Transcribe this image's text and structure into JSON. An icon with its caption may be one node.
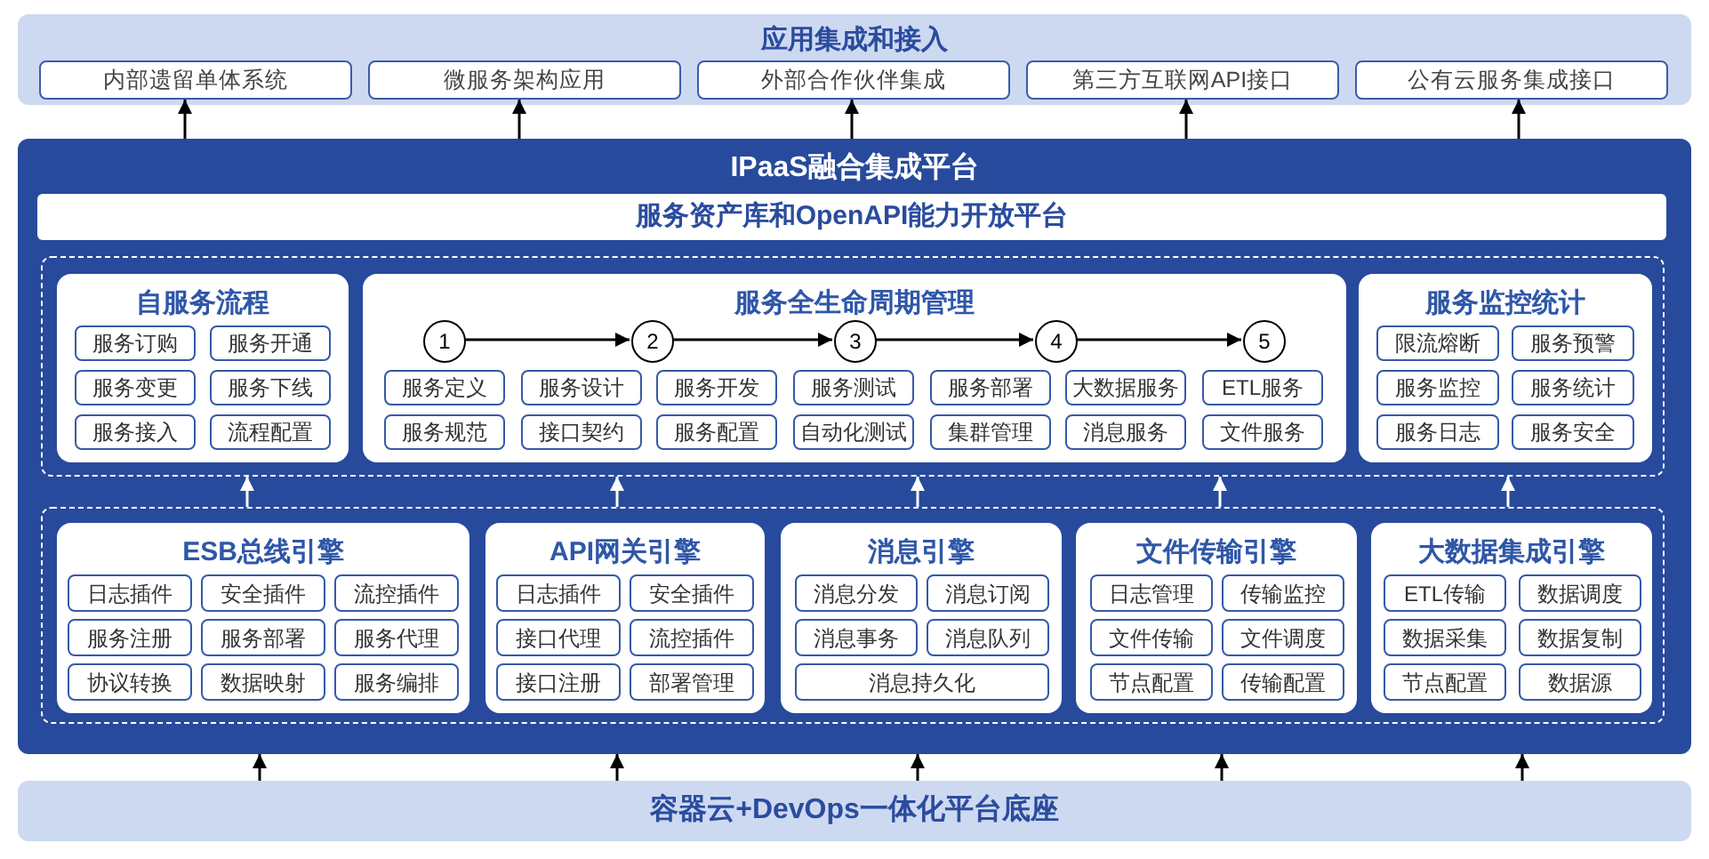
{
  "diagram": {
    "nodes": [
      {
        "text": [
          "应用集成和接入"
        ]
      },
      {
        "text": [
          "内部遗留单体系统"
        ],
        "in": 0
      },
      {
        "text": [
          "微服务架构应用"
        ],
        "in": 0
      },
      {
        "text": [
          "外部合作伙伴集成"
        ],
        "in": 0
      },
      {
        "text": [
          "第三方互联网API接口"
        ],
        "in": 0
      },
      {
        "text": [
          "公有云服务集成接口"
        ],
        "in": 0
      },
      {
        "text": [
          "IPaaS融合集成平台"
        ]
      },
      {
        "text": [
          "服务资产库和OpenAPI能力开放平台"
        ],
        "in": 6
      },
      {
        "text": [],
        "shape": "box",
        "in": 6
      },
      {
        "text": [
          "自服务流程"
        ],
        "in": 8
      },
      {
        "text": [
          "服务订购"
        ],
        "in": 9
      },
      {
        "text": [
          "服务开通"
        ],
        "in": 9
      },
      {
        "text": [
          "服务变更"
        ],
        "in": 9
      },
      {
        "text": [
          "服务下线"
        ],
        "in": 9
      },
      {
        "text": [
          "服务接入"
        ],
        "in": 9
      },
      {
        "text": [
          "流程配置"
        ],
        "in": 9
      },
      {
        "text": [
          "服务全生命周期管理"
        ],
        "in": 8
      },
      {
        "text": [
          "1"
        ],
        "in": 16
      },
      {
        "text": [
          "2"
        ],
        "in": 16
      },
      {
        "text": [
          "3"
        ],
        "in": 16
      },
      {
        "text": [
          "4"
        ],
        "in": 16
      },
      {
        "text": [
          "5"
        ],
        "in": 16
      },
      {
        "text": [
          "服务定义"
        ],
        "in": 16
      },
      {
        "text": [
          "服务设计"
        ],
        "in": 16
      },
      {
        "text": [
          "服务开发"
        ],
        "in": 16
      },
      {
        "text": [
          "服务测试"
        ],
        "in": 16
      },
      {
        "text": [
          "服务部署"
        ],
        "in": 16
      },
      {
        "text": [
          "大数据服务"
        ],
        "in": 16
      },
      {
        "text": [
          "ETL服务"
        ],
        "in": 16
      },
      {
        "text": [
          "服务规范"
        ],
        "in": 16
      },
      {
        "text": [
          "接口契约"
        ],
        "in": 16
      },
      {
        "text": [
          "服务配置"
        ],
        "in": 16
      },
      {
        "text": [
          "自动化测试"
        ],
        "in": 16
      },
      {
        "text": [
          "集群管理"
        ],
        "in": 16
      },
      {
        "text": [
          "消息服务"
        ],
        "in": 16
      },
      {
        "text": [
          "文件服务"
        ],
        "in": 16
      },
      {
        "text": [
          "服务监控统计"
        ],
        "in": 8
      },
      {
        "text": [
          "限流熔断"
        ],
        "in": 36
      },
      {
        "text": [
          "服务预警"
        ],
        "in": 36
      },
      {
        "text": [
          "服务监控"
        ],
        "in": 36
      },
      {
        "text": [
          "服务统计"
        ],
        "in": 36
      },
      {
        "text": [
          "服务日志"
        ],
        "in": 36
      },
      {
        "text": [
          "服务安全"
        ],
        "in": 36
      },
      {
        "text": [],
        "shape": "box",
        "in": 6
      },
      {
        "text": [
          "ESB总线引擎"
        ],
        "in": 43
      },
      {
        "text": [
          "日志插件"
        ],
        "in": 44
      },
      {
        "text": [
          "安全插件"
        ],
        "in": 44
      },
      {
        "text": [
          "流控插件"
        ],
        "in": 44
      },
      {
        "text": [
          "服务注册"
        ],
        "in": 44
      },
      {
        "text": [
          "服务部署"
        ],
        "in": 44
      },
      {
        "text": [
          "服务代理"
        ],
        "in": 44
      },
      {
        "text": [
          "协议转换"
        ],
        "in": 44
      },
      {
        "text": [
          "数据映射"
        ],
        "in": 44
      },
      {
        "text": [
          "服务编排"
        ],
        "in": 44
      },
      {
        "text": [
          "API网关引擎"
        ],
        "in": 43
      },
      {
        "text": [
          "日志插件"
        ],
        "in": 54
      },
      {
        "text": [
          "安全插件"
        ],
        "in": 54
      },
      {
        "text": [
          "接口代理"
        ],
        "in": 54
      },
      {
        "text": [
          "流控插件"
        ],
        "in": 54
      },
      {
        "text": [
          "接口注册"
        ],
        "in": 54
      },
      {
        "text": [
          "部署管理"
        ],
        "in": 54
      },
      {
        "text": [
          "消息引擎"
        ],
        "in": 43
      },
      {
        "text": [
          "消息分发"
        ],
        "in": 61
      },
      {
        "text": [
          "消息订阅"
        ],
        "in": 61
      },
      {
        "text": [
          "消息事务"
        ],
        "in": 61
      },
      {
        "text": [
          "消息队列"
        ],
        "in": 61
      },
      {
        "text": [
          "消息持久化"
        ],
        "in": 61
      },
      {
        "text": [
          "文件传输引擎"
        ],
        "in": 43
      },
      {
        "text": [
          "日志管理"
        ],
        "in": 67
      },
      {
        "text": [
          "传输监控"
        ],
        "in": 67
      },
      {
        "text": [
          "文件传输"
        ],
        "in": 67
      },
      {
        "text": [
          "文件调度"
        ],
        "in": 67
      },
      {
        "text": [
          "节点配置"
        ],
        "in": 67
      },
      {
        "text": [
          "传输配置"
        ],
        "in": 67
      },
      {
        "text": [
          "大数据集成引擎"
        ],
        "in": 43
      },
      {
        "text": [
          "ETL传输"
        ],
        "in": 74
      },
      {
        "text": [
          "数据调度"
        ],
        "in": 74
      },
      {
        "text": [
          "数据采集"
        ],
        "in": 74
      },
      {
        "text": [
          "数据复制"
        ],
        "in": 74
      },
      {
        "text": [
          "节点配置"
        ],
        "in": 74
      },
      {
        "text": [
          "数据源"
        ],
        "in": 74
      },
      {
        "text": [
          "容器云+DevOps一体化平台底座"
        ]
      }
    ],
    "edges": [
      {
        "from": 6,
        "to": 1,
        "arrow": "to"
      },
      {
        "from": 6,
        "to": 2,
        "arrow": "to"
      },
      {
        "from": 6,
        "to": 3,
        "arrow": "to"
      },
      {
        "from": 6,
        "to": 4,
        "arrow": "to"
      },
      {
        "from": 6,
        "to": 5,
        "arrow": "to"
      },
      {
        "from": 17,
        "to": 18,
        "arrow": "to"
      },
      {
        "from": 18,
        "to": 19,
        "arrow": "to"
      },
      {
        "from": 19,
        "to": 20,
        "arrow": "to"
      },
      {
        "from": 20,
        "to": 21,
        "arrow": "to"
      },
      {
        "from": 43,
        "to": 8,
        "arrow": "to",
        "color": "#ffffff"
      },
      {
        "from": 43,
        "to": 8,
        "arrow": "to",
        "color": "#ffffff"
      },
      {
        "from": 43,
        "to": 8,
        "arrow": "to",
        "color": "#ffffff"
      },
      {
        "from": 43,
        "to": 8,
        "arrow": "to",
        "color": "#ffffff"
      },
      {
        "from": 43,
        "to": 8,
        "arrow": "to",
        "color": "#ffffff"
      },
      {
        "from": 81,
        "to": 6,
        "arrow": "to"
      },
      {
        "from": 81,
        "to": 6,
        "arrow": "to"
      },
      {
        "from": 81,
        "to": 6,
        "arrow": "to"
      },
      {
        "from": 81,
        "to": 6,
        "arrow": "to"
      },
      {
        "from": 81,
        "to": 6,
        "arrow": "to"
      }
    ]
  }
}
